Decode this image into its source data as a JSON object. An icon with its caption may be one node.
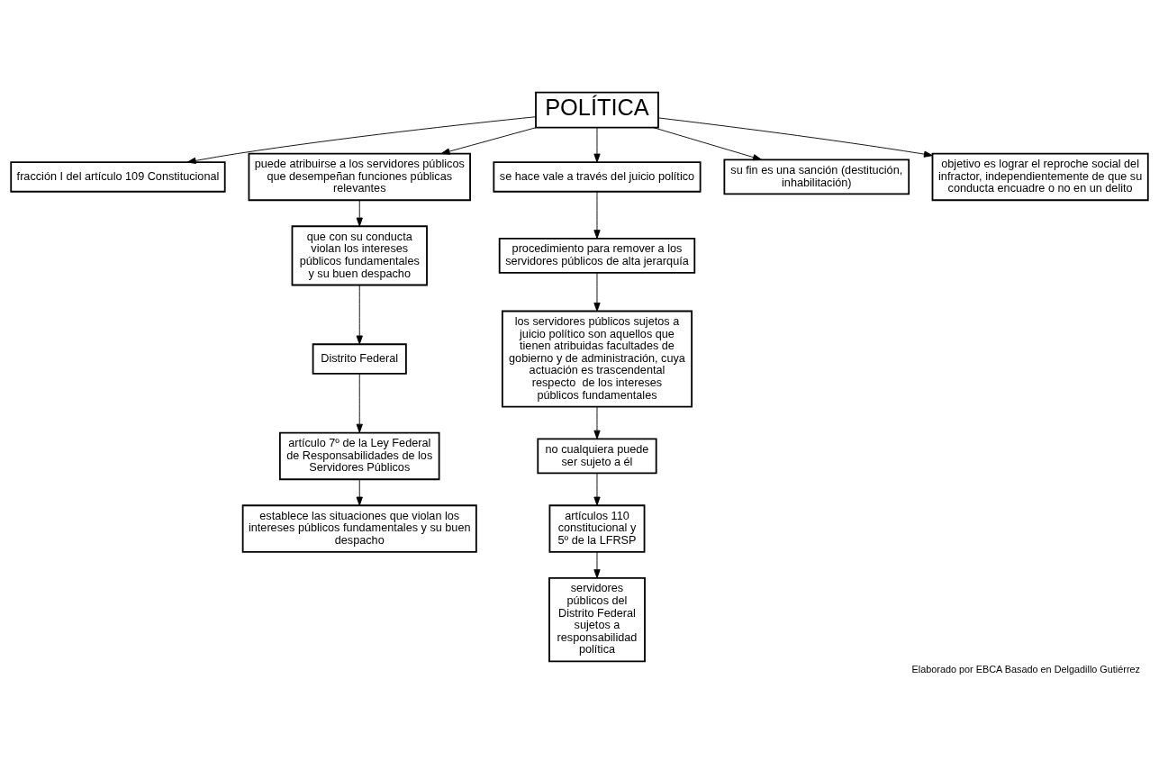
{
  "diagram": {
    "caption": "Elaborado por EBCA Basado en Delgadillo Gutiérrez",
    "nodes": [
      {
        "text": [
          "POLÍTICA"
        ]
      },
      {
        "text": [
          "fracción I del artículo 109 Constitucional"
        ]
      },
      {
        "text": [
          "puede atribuirse a los servidores públicos que desempeñan funciones públicas relevantes"
        ]
      },
      {
        "text": [
          "que con su conducta violan los intereses públicos fundamentales y su buen despacho"
        ]
      },
      {
        "text": [
          "se hace vale a través del juicio político"
        ]
      },
      {
        "text": [
          "Distrito Federal"
        ]
      },
      {
        "text": [
          "procedimiento para remover a los servidores públicos de alta jerarquía"
        ]
      },
      {
        "text": [
          "artículo 7º de la Ley Federal de Responsabilidades de los Servidores Públicos"
        ]
      },
      {
        "text": [
          "los servidores públicos sujetos a juicio político son aquellos que tienen atribuidas facultades de gobierno y de administración, cuya actuación es trascendental respecto  de los intereses públicos fundamentales"
        ]
      },
      {
        "text": [
          "establece las situaciones que violan los intereses públicos fundamentales y su buen despacho"
        ]
      },
      {
        "text": [
          "no cualquiera puede ser sujeto a él"
        ]
      },
      {
        "text": [
          "su fin es una sanción (destitución, inhabilitación)"
        ]
      },
      {
        "text": [
          "servidores públicos del Distrito Federal sujetos a responsabilidad política"
        ]
      },
      {
        "text": [
          "artículos 110 constitucional y 5º de la LFRSP"
        ]
      },
      {
        "text": [
          "objetivo es lograr el reproche social del infractor, independientemente de que su conducta encuadre o no en un delito"
        ]
      }
    ],
    "edges": [
      {
        "from": 0,
        "to": 1,
        "arrow": "to"
      },
      {
        "from": 0,
        "to": 2,
        "arrow": "to"
      },
      {
        "from": 0,
        "to": 4,
        "arrow": "to"
      },
      {
        "from": 0,
        "to": 11,
        "arrow": "to"
      },
      {
        "from": 0,
        "to": 14,
        "arrow": "to"
      },
      {
        "from": 2,
        "to": 3,
        "arrow": "to"
      },
      {
        "from": 3,
        "to": 5,
        "arrow": "to"
      },
      {
        "from": 5,
        "to": 7,
        "arrow": "to"
      },
      {
        "from": 7,
        "to": 9,
        "arrow": "to"
      },
      {
        "from": 4,
        "to": 6,
        "arrow": "to"
      },
      {
        "from": 6,
        "to": 8,
        "arrow": "to"
      },
      {
        "from": 8,
        "to": 10,
        "arrow": "to"
      },
      {
        "from": 10,
        "to": 13,
        "arrow": "to"
      },
      {
        "from": 13,
        "to": 12,
        "arrow": "to"
      }
    ]
  }
}
